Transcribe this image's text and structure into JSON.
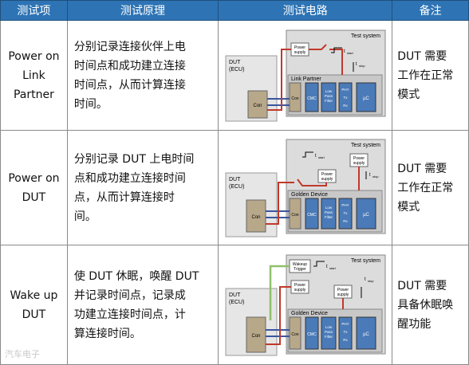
{
  "headers": [
    "测试项",
    "测试原理",
    "测试电路",
    "备注"
  ],
  "rows": [
    {
      "item": [
        "Power on",
        "Link",
        "Partner"
      ],
      "principle": [
        "分别记录连接伙伴上电",
        "时间点和成功建立连接",
        "时间点，从而计算连接",
        "时间。"
      ],
      "note": [
        "DUT 需要",
        "工作在正常",
        "模式"
      ]
    },
    {
      "item": [
        "Power on",
        "DUT"
      ],
      "principle": [
        "分别记录 DUT 上电时间",
        "点和成功建立连接时间",
        "点，从而计算连接时",
        "间。"
      ],
      "note": [
        "DUT 需要",
        "工作在正常",
        "模式"
      ]
    },
    {
      "item": [
        "Wake up",
        "DUT"
      ],
      "principle": [
        "使 DUT 休眠，唤醒 DUT",
        "并记录时间点，记录成",
        "功建立连接时间点，计",
        "算连接时间。"
      ],
      "note": [
        "DUT 需要",
        "具备休眠唤",
        "醒功能"
      ]
    }
  ],
  "circuit": {
    "test_system": "Test system",
    "dut": [
      "DUT",
      "(ECU)"
    ],
    "con": "Con",
    "cmc": "CMC",
    "filter": [
      "Low",
      "Pass",
      "Filter"
    ],
    "phy": [
      "PHY",
      "Tx",
      "Rx"
    ],
    "uc": "µC",
    "power": [
      "Power",
      "supply"
    ],
    "t_start": "t",
    "t_start_sub": "start",
    "t_stop": "t",
    "t_stop_sub": "stop",
    "link_partner": "Link Partner",
    "golden_device": "Golden Device",
    "wakeup_trigger": [
      "Wakeup",
      "Trigger"
    ]
  },
  "watermark": "汽车电子"
}
